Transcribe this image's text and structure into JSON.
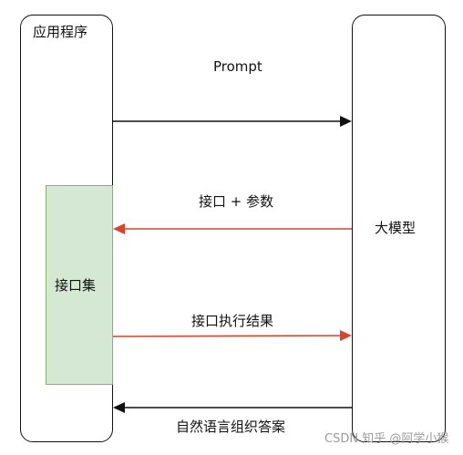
{
  "boxes": {
    "app": "应用程序",
    "llm": "大模型",
    "api": "接口集"
  },
  "edges": {
    "prompt": "Prompt",
    "params": "接口 + 参数",
    "result": "接口执行结果",
    "answer": "自然语言组织答案"
  },
  "watermark": "CSDN 知乎 @阿学小猴",
  "colors": {
    "black_arrow": "#111111",
    "red_arrow": "#d9452b",
    "api_fill": "#d5e8d4",
    "api_border": "#82b366"
  }
}
